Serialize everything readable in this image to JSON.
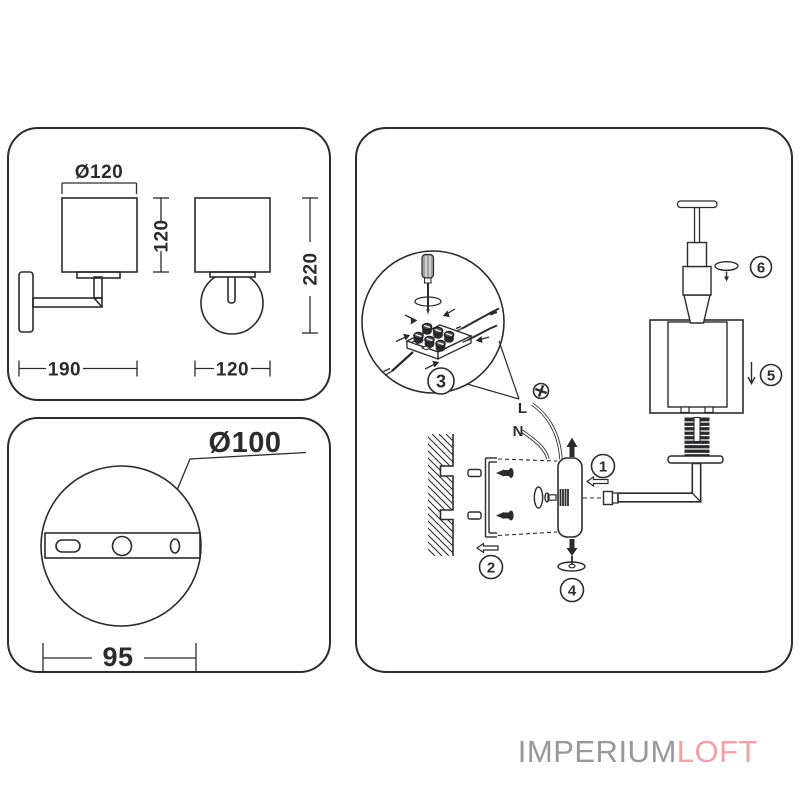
{
  "colors": {
    "line": "#2b2b2e",
    "logo_gray": "#98979b",
    "logo_pink": "#f29fa5"
  },
  "logo": {
    "primary": "IMPERIUM",
    "accent": "LOFT"
  },
  "spec_panel": {
    "shade_diameter": "Ø120",
    "shade_height": "120",
    "overall_height": "220",
    "overall_depth": "190",
    "overall_width": "120"
  },
  "base_panel": {
    "base_diameter": "Ø100",
    "slot_spacing": "95"
  },
  "install_panel": {
    "steps": [
      "1",
      "2",
      "3",
      "4",
      "5",
      "6"
    ],
    "wire_live": "L",
    "wire_neutral": "N"
  }
}
